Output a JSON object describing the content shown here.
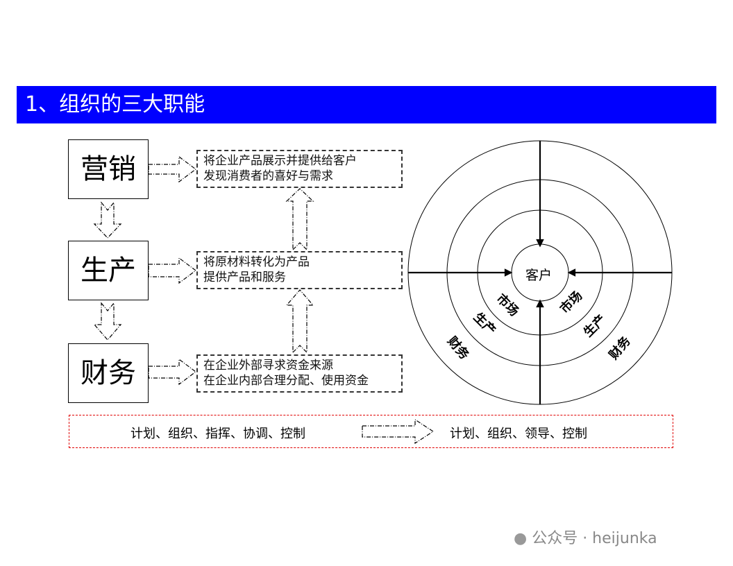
{
  "title": "1、组织的三大职能",
  "functions": [
    {
      "name": "营销",
      "desc": [
        "将企业产品展示并提供给客户",
        "发现消费者的喜好与需求"
      ]
    },
    {
      "name": "生产",
      "desc": [
        "将原材料转化为产品",
        "提供产品和服务"
      ]
    },
    {
      "name": "财务",
      "desc": [
        "在企业外部寻求资金来源",
        "在企业内部合理分配、使用资金"
      ]
    }
  ],
  "bottom": {
    "left": "计划、组织、指挥、协调、控制",
    "right": "计划、组织、领导、控制"
  },
  "circle": {
    "center": "客户",
    "ring1": "市场",
    "ring2": "生产",
    "ring3": "财务"
  },
  "watermark": "公众号 · heijunka"
}
